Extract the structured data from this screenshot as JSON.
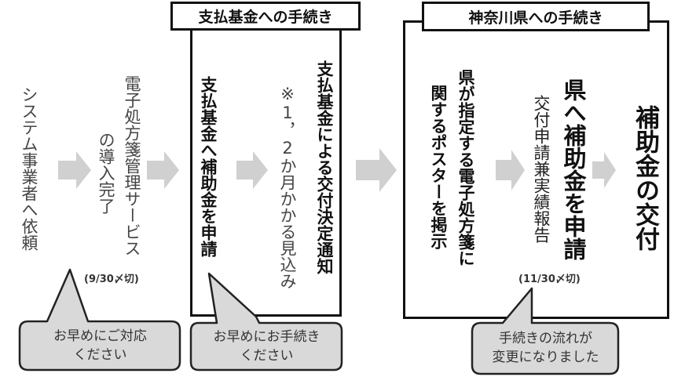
{
  "sections": {
    "shiharai": {
      "title": "支払基金への手続き"
    },
    "kanagawa": {
      "title": "神奈川県への手続き"
    }
  },
  "steps": {
    "request_vendor": "システム事業者へ依頼",
    "install_line1": "電子処方箋管理サービス",
    "install_line2": "の導入完了",
    "install_deadline": "(9/30〆切)",
    "apply_fund": "支払基金へ補助金を申請",
    "fund_note": "※1，2か月かかる見込み",
    "fund_decision": "支払基金による交付決定通知",
    "poster_line1": "県が指定する電子処方箋に",
    "poster_line2": "関するポスターを掲示",
    "report": "交付申請兼実績報告",
    "apply_pref": "県へ補助金を申請",
    "pref_deadline": "(11/30〆切)",
    "grant": "補助金の交付"
  },
  "callouts": [
    {
      "line1": "お早めにご対応",
      "line2": "ください"
    },
    {
      "line1": "お早めにお手続き",
      "line2": "ください"
    },
    {
      "line1": "手続きの流れが",
      "line2": "変更になりました"
    }
  ],
  "colors": {
    "arrow": "#d0d0d0",
    "callout": "#d9d9d9",
    "border": "#111111"
  }
}
